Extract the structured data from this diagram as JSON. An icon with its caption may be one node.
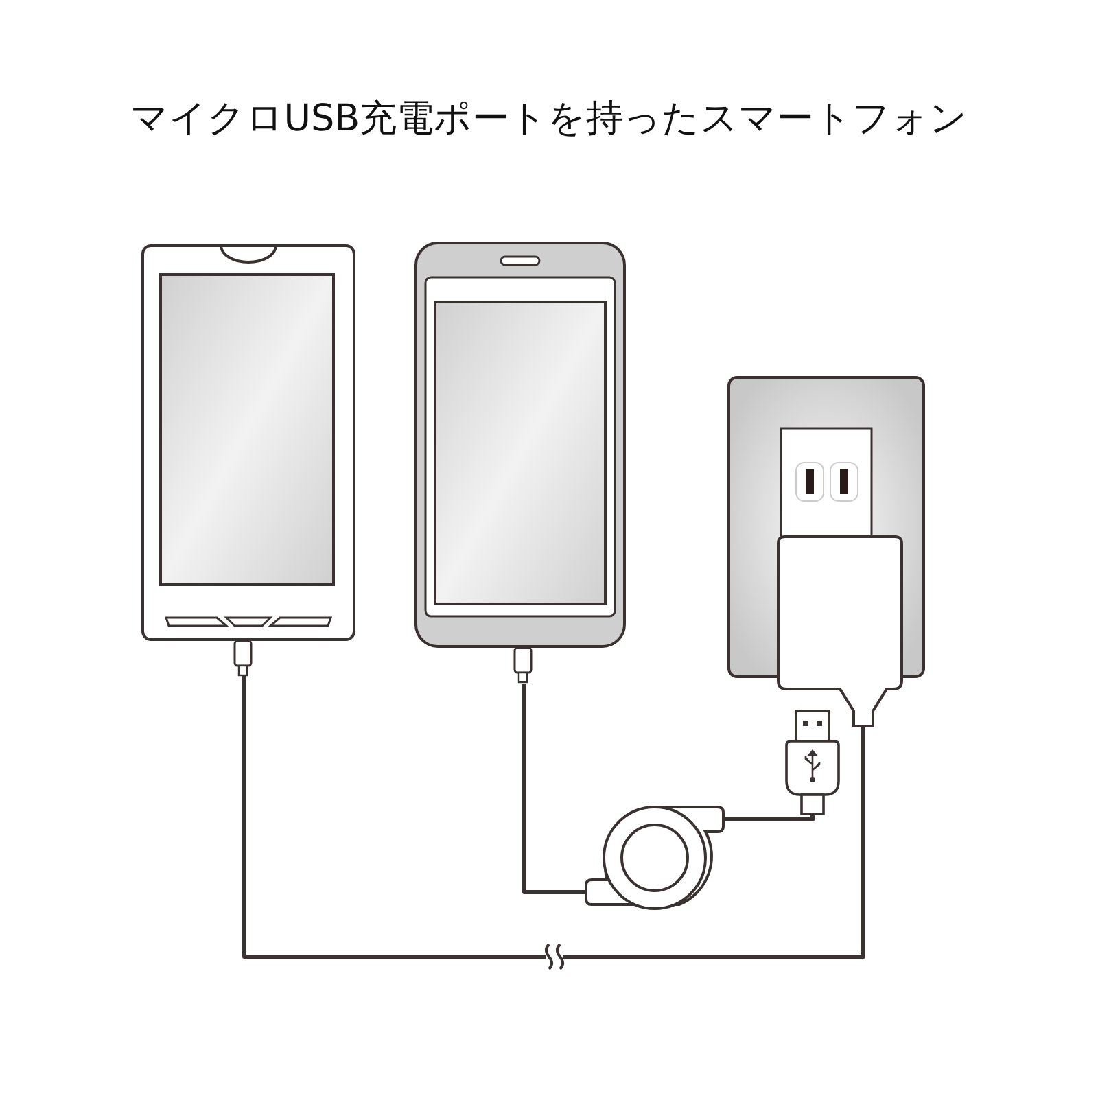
{
  "diagram": {
    "title": "マイクロUSB充電ポートを持ったスマートフォン",
    "nodes": [
      {
        "text": [],
        "shape": "picture"
      },
      {
        "text": [],
        "shape": "picture"
      },
      {
        "text": [],
        "shape": "picture"
      },
      {
        "text": [],
        "shape": "picture"
      },
      {
        "text": [],
        "shape": "picture"
      },
      {
        "text": [],
        "shape": "picture"
      }
    ],
    "edges": [
      {
        "from": 0,
        "to": 3,
        "arrow": "none"
      },
      {
        "from": 1,
        "to": 4,
        "arrow": "none"
      },
      {
        "from": 4,
        "to": 5,
        "arrow": "none"
      }
    ]
  }
}
